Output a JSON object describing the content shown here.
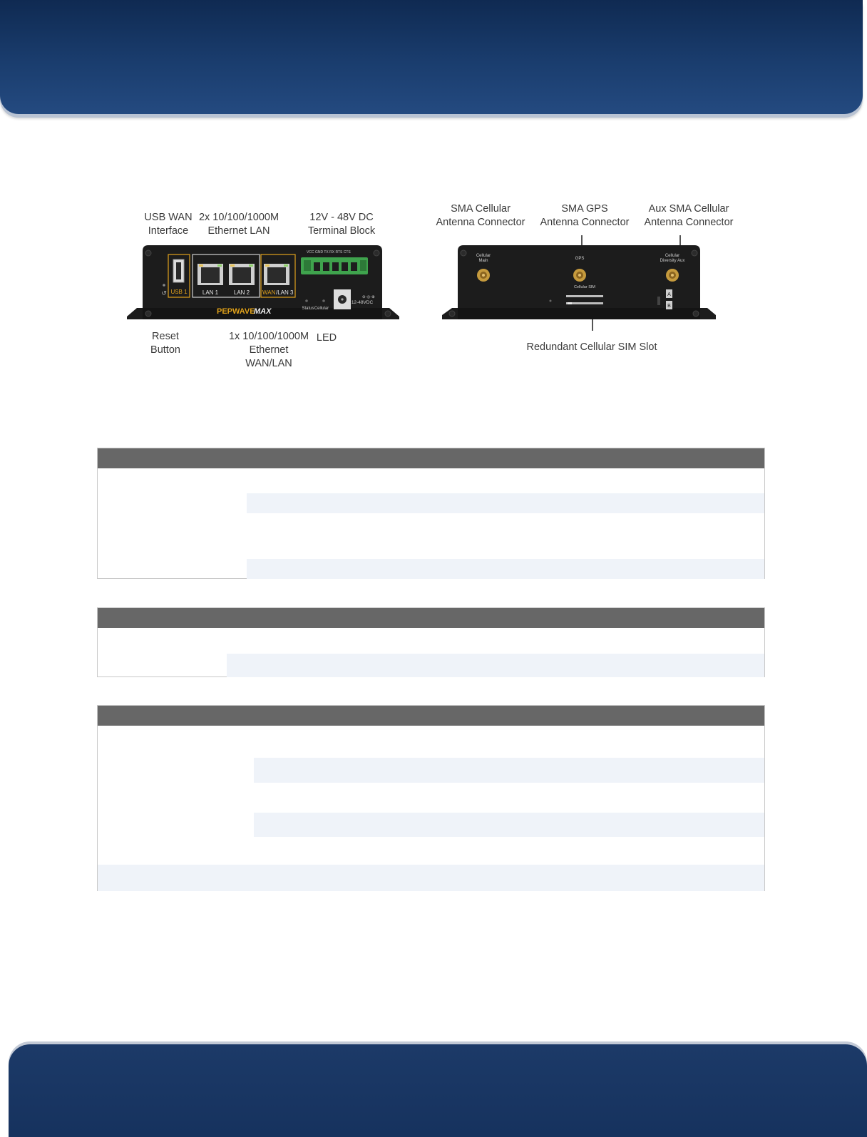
{
  "front_panel": {
    "labels": {
      "usb_wan_line1": "USB WAN",
      "usb_wan_line2": "Interface",
      "lan_line1": "2x 10/100/1000M",
      "lan_line2": "Ethernet LAN",
      "dc_line1": "12V - 48V DC",
      "dc_line2": "Terminal Block",
      "reset_line1": "Reset",
      "reset_line2": "Button",
      "wan_line1": "1x 10/100/1000M",
      "wan_line2": "Ethernet",
      "wan_line3": "WAN/LAN",
      "led": "LED"
    },
    "device_text": {
      "usb_port": "USB 1",
      "lan1": "LAN 1",
      "lan2": "LAN 2",
      "wan_lan3_wan": "WAN",
      "wan_lan3_rest": "/LAN 3",
      "terminal_pins": "VCC GND TX RX RTS CTS",
      "brand": "PEPWAVE",
      "brand_model": "MAX",
      "status": "Status",
      "cellular": "Cellular",
      "dc_rating": "12-48VDC"
    }
  },
  "rear_panel": {
    "labels": {
      "sma_cell_line1": "SMA Cellular",
      "sma_cell_line2": "Antenna Connector",
      "sma_gps_line1": "SMA GPS",
      "sma_gps_line2": "Antenna Connector",
      "aux_line1": "Aux SMA Cellular",
      "aux_line2": "Antenna Connector",
      "sim_slot": "Redundant Cellular SIM Slot"
    },
    "device_text": {
      "cell_main_line1": "Cellular",
      "cell_main_line2": "Main",
      "gps": "GPS",
      "aux_line1": "Cellular",
      "aux_line2": "Diversity Aux",
      "cellular_sim": "Cellular SIM",
      "sim_a": "A",
      "sim_b": "B"
    }
  },
  "colors": {
    "banner_navy": "#1a3d6e",
    "table_header": "#676767",
    "row_shade": "#eff3f9",
    "device_body": "#1c1c1c",
    "accent_orange": "#e0a21c",
    "terminal_green": "#3fa34d"
  }
}
